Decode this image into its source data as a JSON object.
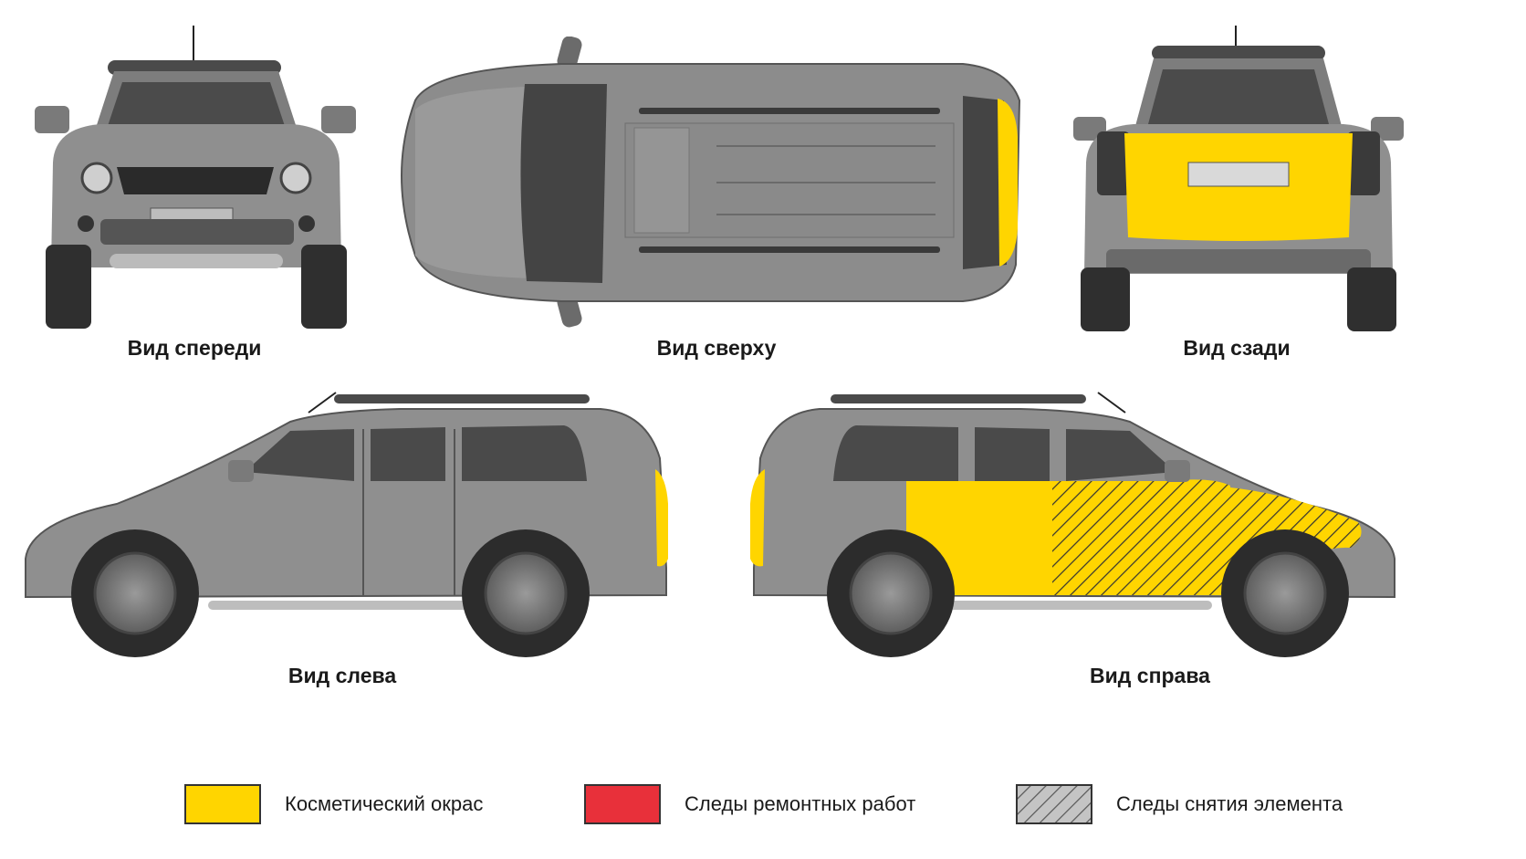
{
  "views": {
    "front": "Вид спереди",
    "top": "Вид сверху",
    "rear": "Вид сзади",
    "left": "Вид слева",
    "right": "Вид справа"
  },
  "legend": [
    {
      "label": "Косметический окрас",
      "color": "#FFD500",
      "pattern": "solid"
    },
    {
      "label": "Следы ремонтных работ",
      "color": "#E8303A",
      "pattern": "solid"
    },
    {
      "label": "Следы снятия элемента",
      "color": "#BDBDBD",
      "pattern": "hatched"
    }
  ],
  "colors": {
    "body": "#8c8c8c",
    "dark": "#3d3d3d",
    "glass": "#555555",
    "paint": "#FFD500",
    "hatch": "#333333"
  }
}
